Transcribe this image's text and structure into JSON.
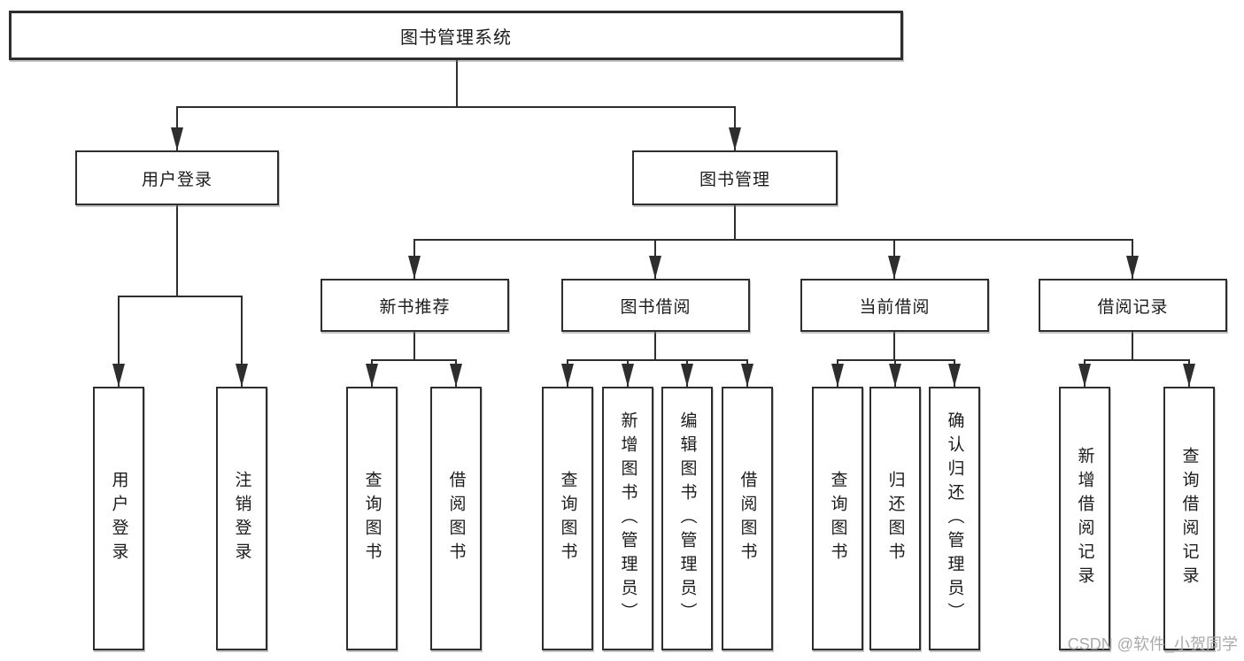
{
  "tree": {
    "root": {
      "label": "图书管理系统"
    },
    "user_login": {
      "label": "用户登录",
      "children": [
        "用户登录",
        "注销登录"
      ]
    },
    "book_management": {
      "label": "图书管理",
      "new_book_recommend": {
        "label": "新书推荐",
        "children": [
          "查询图书",
          "借阅图书"
        ]
      },
      "book_borrowing": {
        "label": "图书借阅",
        "children": [
          "查询图书",
          "新增图书（管理员）",
          "编辑图书（管理员）",
          "借阅图书"
        ]
      },
      "current_borrowing": {
        "label": "当前借阅",
        "children": [
          "查询图书",
          "归还图书",
          "确认归还（管理员）"
        ]
      },
      "borrowing_records": {
        "label": "借阅记录",
        "children": [
          "新增借阅记录",
          "查询借阅记录"
        ]
      }
    }
  },
  "watermark": "CSDN @软件_小贺同学",
  "colors": {
    "line": "#2e2e2e",
    "box_border": "#2e2e2e",
    "text": "#1c1c1c",
    "watermark": "#a5a5a5",
    "background": "#ffffff"
  }
}
